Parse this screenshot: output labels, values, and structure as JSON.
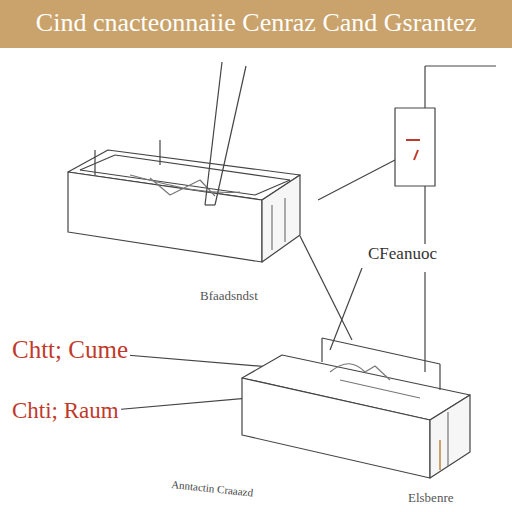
{
  "diagram": {
    "title": "Cind cnacteonnaiie Cenraz Cand Gsrantez",
    "labels": [
      "Bfaadsndst",
      "CFeanuoc",
      "Chtt; Cume",
      "Chti; Raum",
      "Anntactin Craaazd",
      "Elsbenre"
    ]
  }
}
